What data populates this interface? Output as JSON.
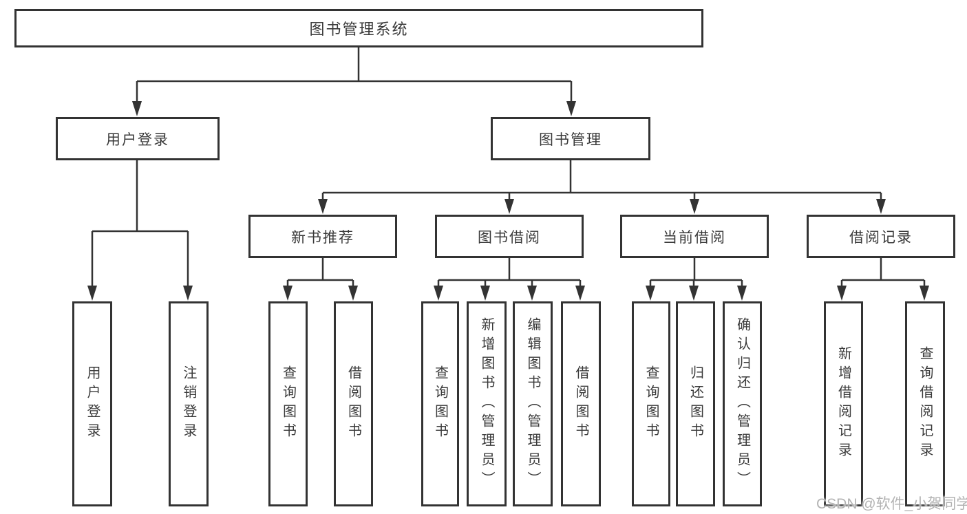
{
  "tree": {
    "root": {
      "label": "图书管理系统",
      "children": [
        {
          "label": "用户登录",
          "children": [
            {
              "label": "用户登录"
            },
            {
              "label": "注销登录"
            }
          ]
        },
        {
          "label": "图书管理",
          "children": [
            {
              "label": "新书推荐",
              "children": [
                {
                  "label": "查询图书"
                },
                {
                  "label": "借阅图书"
                }
              ]
            },
            {
              "label": "图书借阅",
              "children": [
                {
                  "label": "查询图书"
                },
                {
                  "label": "新增图书（管理员）"
                },
                {
                  "label": "编辑图书（管理员）"
                },
                {
                  "label": "借阅图书"
                }
              ]
            },
            {
              "label": "当前借阅",
              "children": [
                {
                  "label": "查询图书"
                },
                {
                  "label": "归还图书"
                },
                {
                  "label": "确认归还（管理员）"
                }
              ]
            },
            {
              "label": "借阅记录",
              "children": [
                {
                  "label": "新增借阅记录"
                },
                {
                  "label": "查询借阅记录"
                }
              ]
            }
          ]
        }
      ]
    }
  },
  "watermark": {
    "text": "CSDN @软件_小贺同学"
  },
  "colors": {
    "line": "#333333",
    "box_border": "#333333",
    "text": "#3a3a3a",
    "watermark": "#b3b3b3",
    "background": "#ffffff"
  }
}
